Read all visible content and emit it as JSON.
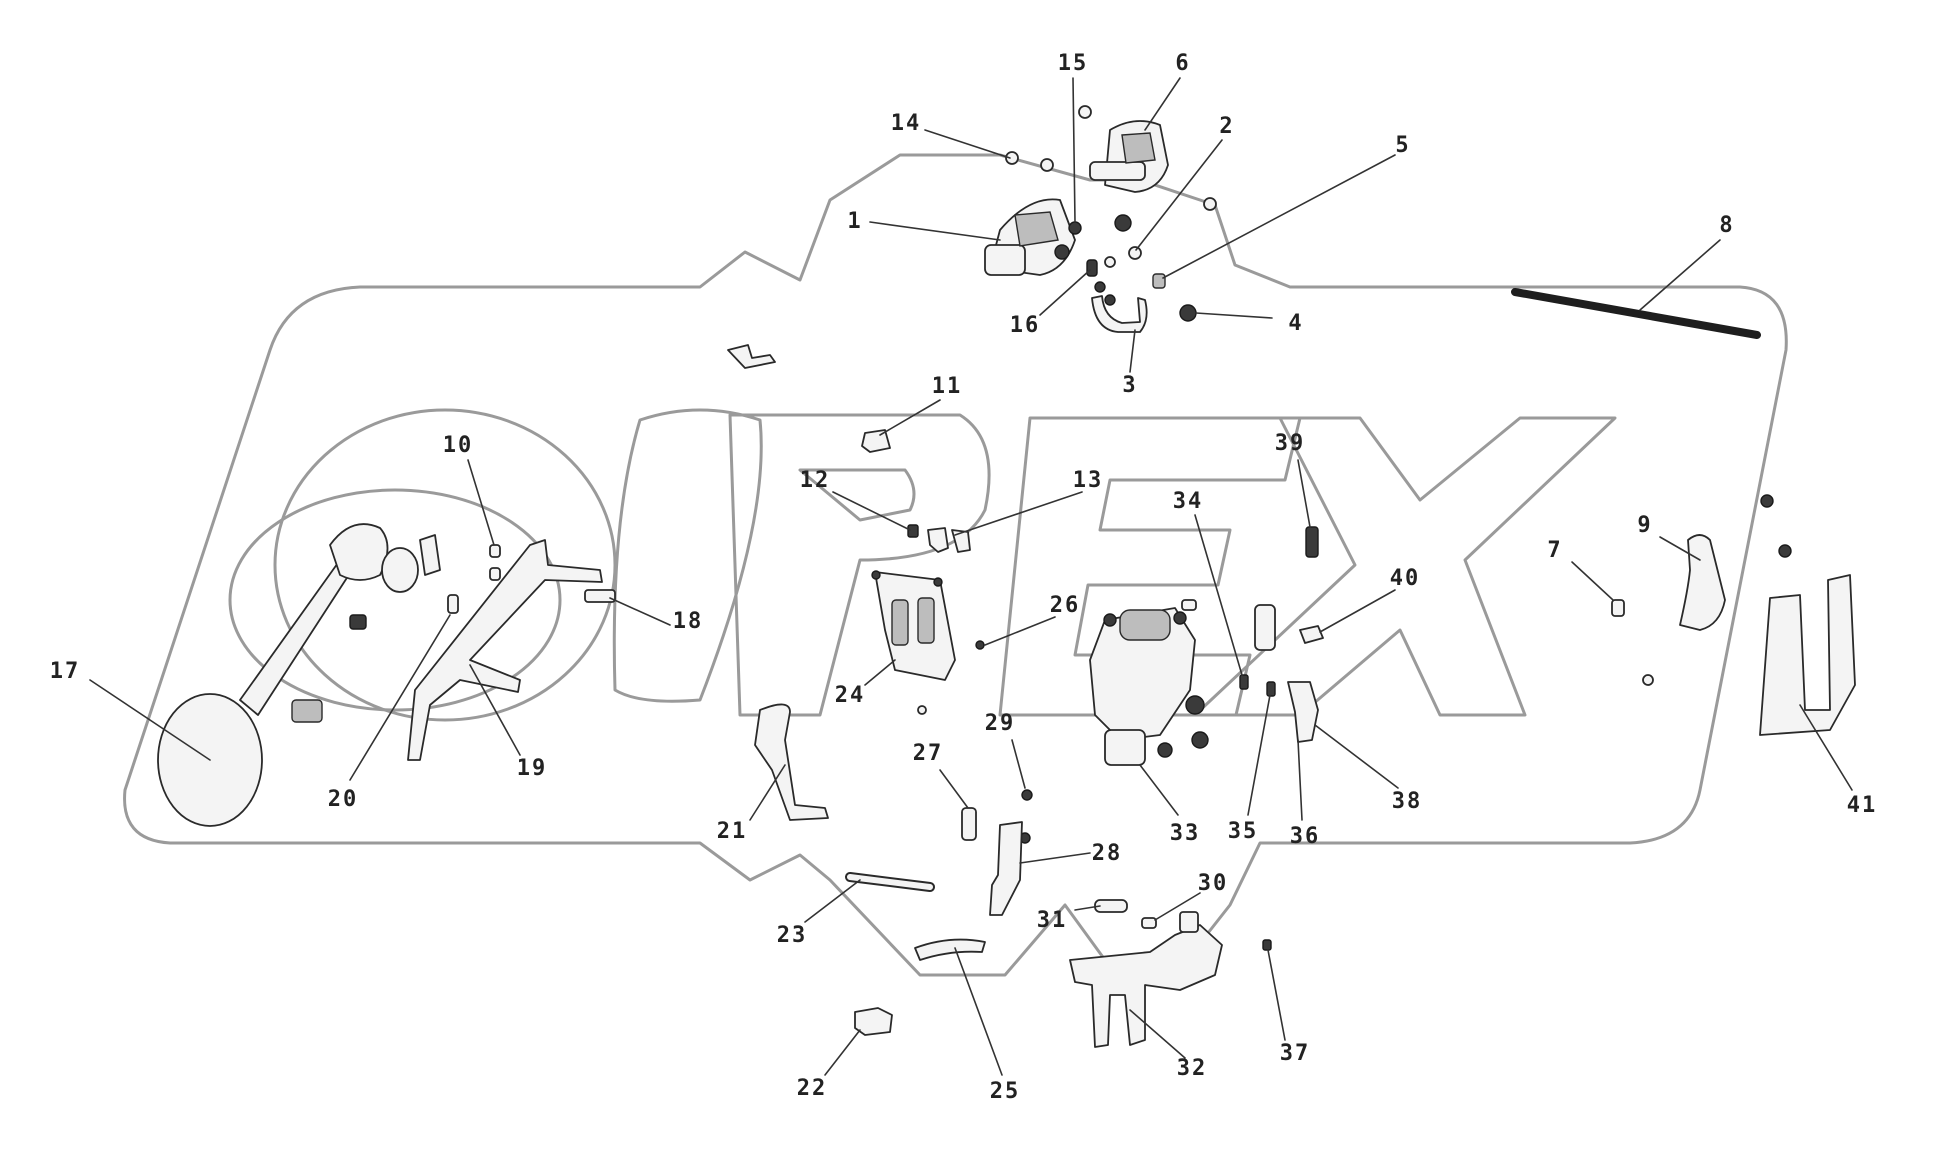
{
  "diagram": {
    "watermark": "OPEX",
    "parts": [
      {
        "id": "1"
      },
      {
        "id": "2"
      },
      {
        "id": "3"
      },
      {
        "id": "4"
      },
      {
        "id": "5"
      },
      {
        "id": "6"
      },
      {
        "id": "7"
      },
      {
        "id": "8"
      },
      {
        "id": "9"
      },
      {
        "id": "10"
      },
      {
        "id": "11"
      },
      {
        "id": "12"
      },
      {
        "id": "13"
      },
      {
        "id": "14"
      },
      {
        "id": "15"
      },
      {
        "id": "16"
      },
      {
        "id": "17"
      },
      {
        "id": "18"
      },
      {
        "id": "19"
      },
      {
        "id": "20"
      },
      {
        "id": "21"
      },
      {
        "id": "22"
      },
      {
        "id": "23"
      },
      {
        "id": "24"
      },
      {
        "id": "25"
      },
      {
        "id": "26"
      },
      {
        "id": "27"
      },
      {
        "id": "28"
      },
      {
        "id": "29"
      },
      {
        "id": "30"
      },
      {
        "id": "31"
      },
      {
        "id": "32"
      },
      {
        "id": "33"
      },
      {
        "id": "34"
      },
      {
        "id": "35"
      },
      {
        "id": "36"
      },
      {
        "id": "37"
      },
      {
        "id": "38"
      },
      {
        "id": "39"
      },
      {
        "id": "40"
      },
      {
        "id": "41"
      }
    ]
  }
}
